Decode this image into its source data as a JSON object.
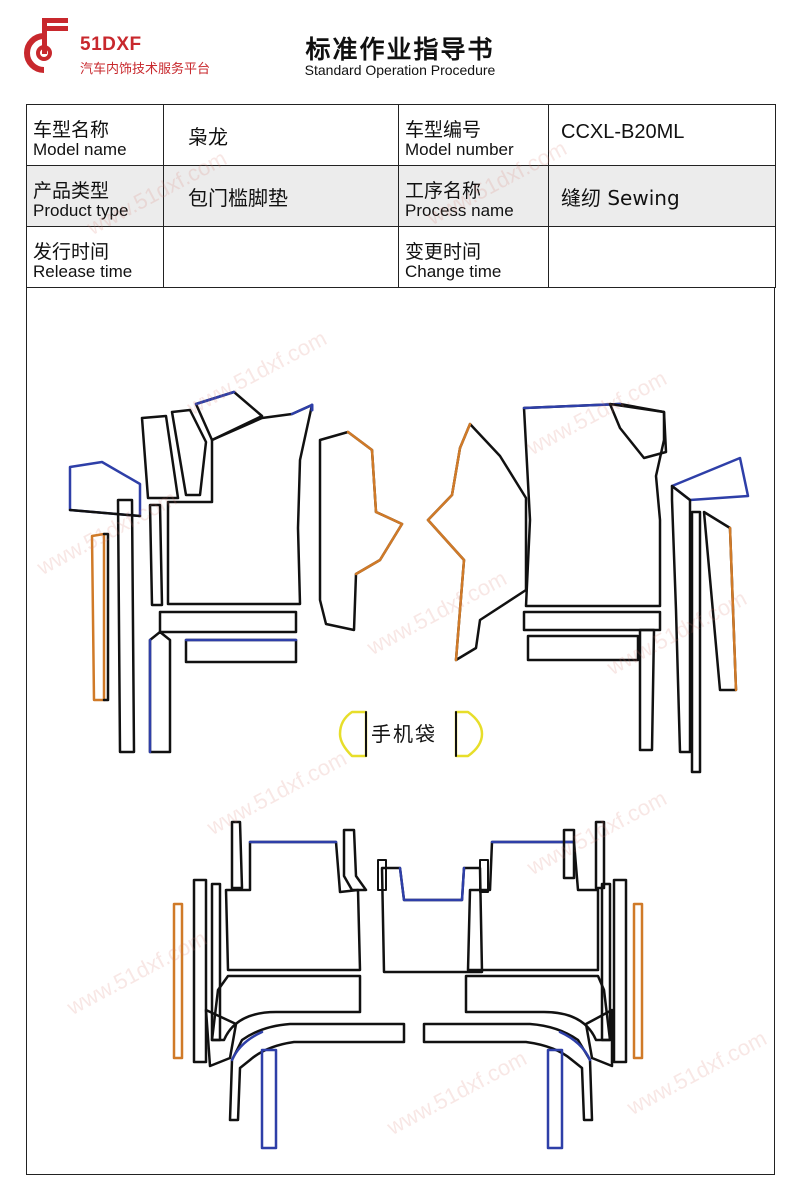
{
  "logo": {
    "brand": "51DXF",
    "slogan": "汽车内饰技术服务平台",
    "color": "#c8282d"
  },
  "header": {
    "title": "标准作业指导书",
    "subtitle": "Standard Operation Procedure"
  },
  "info_table": {
    "rows": [
      [
        {
          "label_cn": "车型名称",
          "label_en": "Model name",
          "value": "枭龙"
        },
        {
          "label_cn": "车型编号",
          "label_en": "Model number",
          "value": "CCXL-B20ML"
        }
      ],
      [
        {
          "label_cn": "产品类型",
          "label_en": "Product type",
          "value": "包门槛脚垫"
        },
        {
          "label_cn": "工序名称",
          "label_en": "Process name",
          "value": "缝纫 Sewing"
        }
      ],
      [
        {
          "label_cn": "发行时间",
          "label_en": "Release time",
          "value": ""
        },
        {
          "label_cn": "变更时间",
          "label_en": "Change time",
          "value": ""
        }
      ]
    ]
  },
  "drawing": {
    "phone_pocket_label": "手机袋",
    "edge_colors": {
      "outline": "#111111",
      "blue": "#2e3fa8",
      "orange": "#d07a28",
      "yellow": "#e7de2a"
    }
  },
  "watermark": "www.51dxf.com"
}
